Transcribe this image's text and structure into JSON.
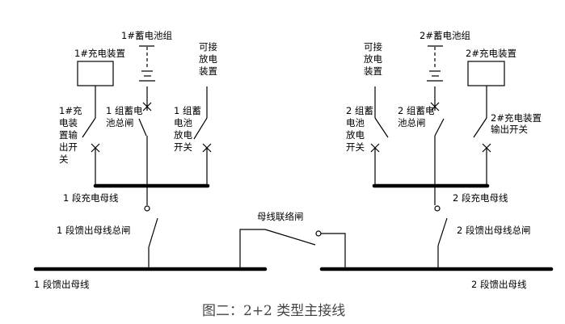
{
  "left": {
    "battery_label": "1#蓄电池组",
    "charger_label": "1#充电装置",
    "discharge_device_label": [
      "可接",
      "放电",
      "装置"
    ],
    "charger_switch_label": [
      "1#充",
      "电装",
      "置输",
      "出开",
      "关"
    ],
    "battery_main_switch_label": [
      "1 组蓄电",
      "池总闸"
    ],
    "discharge_switch_label": [
      "1 组蓄",
      "电池",
      "放电",
      "开关"
    ],
    "charging_bus_label": "1 段充电母线",
    "feeder_main_switch_label": "1 段馈出母线总闸",
    "feeder_bus_label": "1 段馈出母线"
  },
  "right": {
    "battery_label": "2#蓄电池组",
    "charger_label": "2#充电装置",
    "discharge_device_label": [
      "可接",
      "放电",
      "装置"
    ],
    "charger_switch_label": [
      "2#充电装置",
      "输出开关"
    ],
    "battery_main_switch_label": [
      "2 组蓄电",
      "池总闸"
    ],
    "discharge_switch_label": [
      "2 组蓄",
      "电池",
      "放电",
      "开关"
    ],
    "charging_bus_label": "2 段充电母线",
    "feeder_main_switch_label": "2 段馈出母线总闸",
    "feeder_bus_label": "2 段馈出母线"
  },
  "tie_switch_label": "母线联络闸",
  "caption": "图二：2+2 类型主接线"
}
